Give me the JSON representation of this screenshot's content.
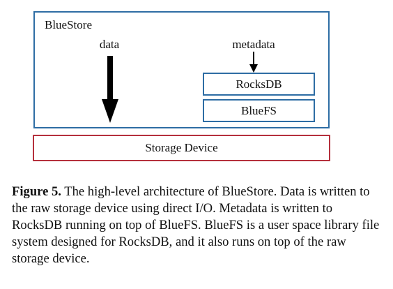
{
  "diagram": {
    "bluestore_label": "BlueStore",
    "data_label": "data",
    "metadata_label": "metadata",
    "rocksdb_label": "RocksDB",
    "bluefs_label": "BlueFS",
    "storage_label": "Storage Device",
    "colors": {
      "bluestore_border": "#2e6da4",
      "component_border": "#2e6da4",
      "storage_border": "#b5303d",
      "arrow": "#000000"
    }
  },
  "caption": {
    "label": "Figure 5.",
    "text": "The high-level architecture of BlueStore. Data is written to the raw storage device using direct I/O. Metadata is written to RocksDB running on top of BlueFS. BlueFS is a user space library file system designed for RocksDB, and it also runs on top of the raw storage device."
  }
}
